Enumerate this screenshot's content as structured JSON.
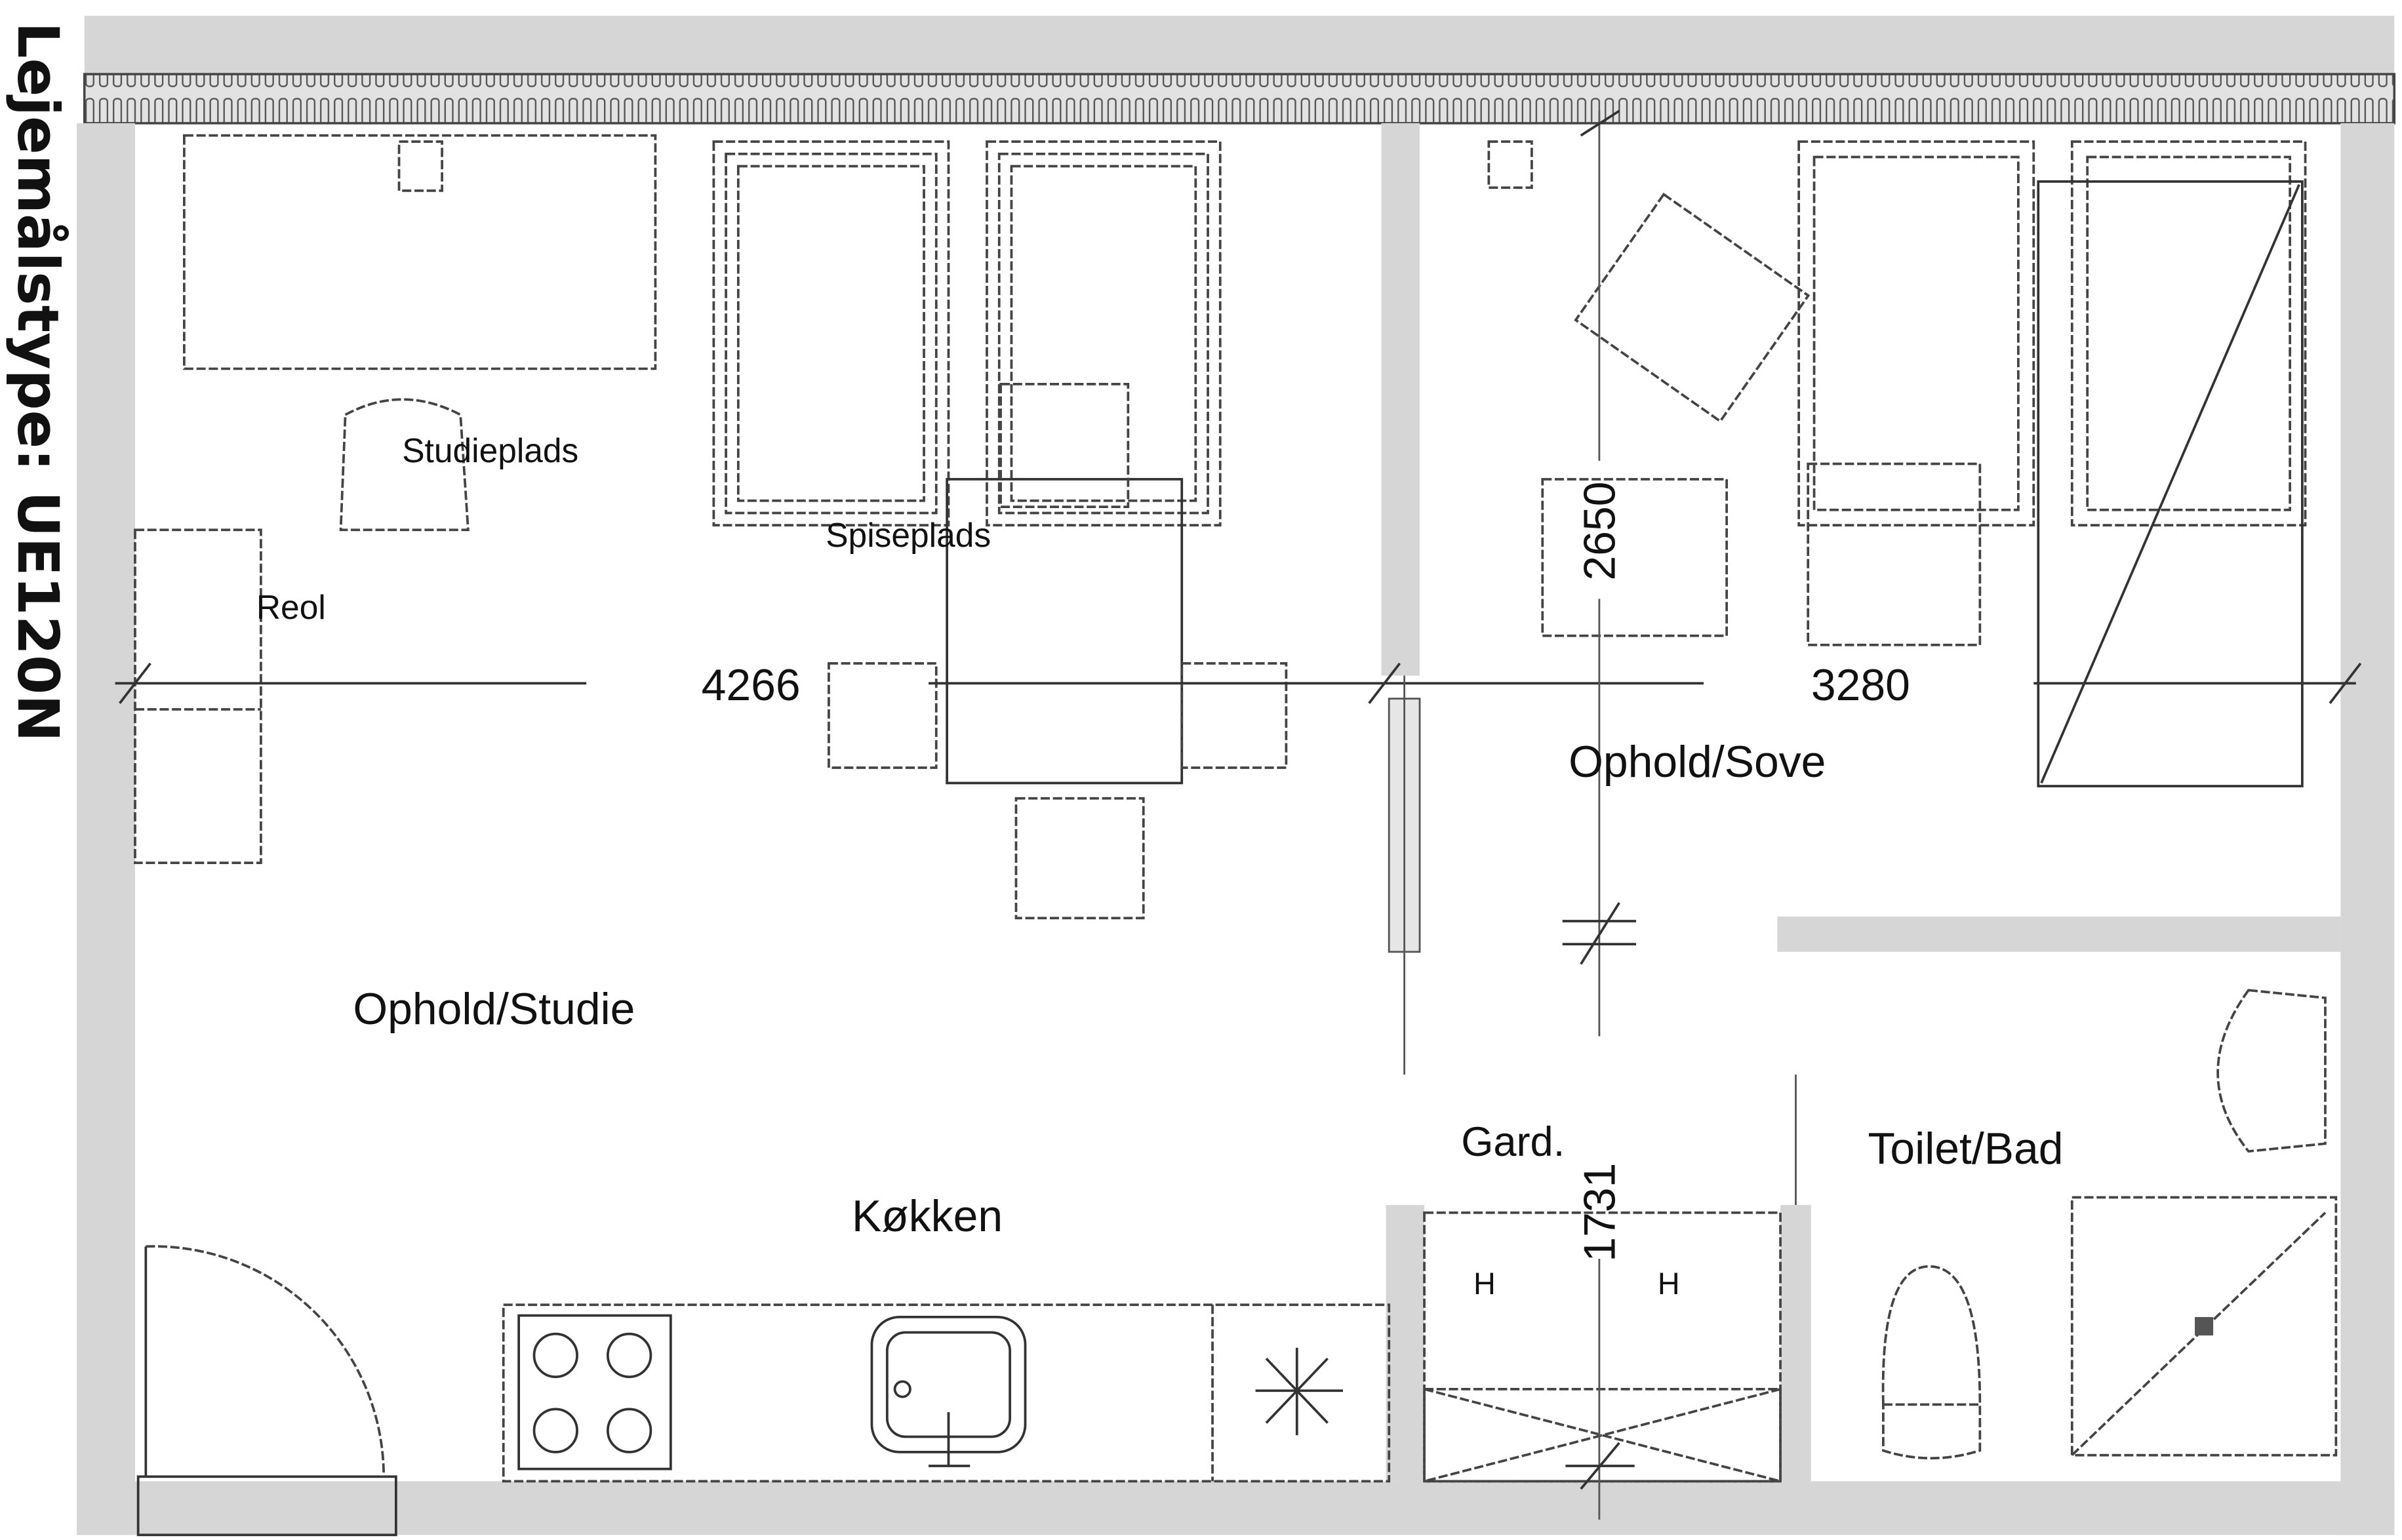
{
  "title": "Lejemålstype: UE120N",
  "rooms": {
    "ophold_studie": "Ophold/Studie",
    "ophold_sove": "Ophold/Sove",
    "kokken": "Køkken",
    "gard": "Gard.",
    "toilet_bad": "Toilet/Bad"
  },
  "furniture": {
    "studieplads": "Studieplads",
    "spiseplads": "Spiseplads",
    "reol": "Reol",
    "heater_left": "H",
    "heater_right": "H"
  },
  "dimensions": {
    "width_left": "4266",
    "width_right": "3280",
    "depth_sleep": "2650",
    "depth_gard": "1731"
  }
}
